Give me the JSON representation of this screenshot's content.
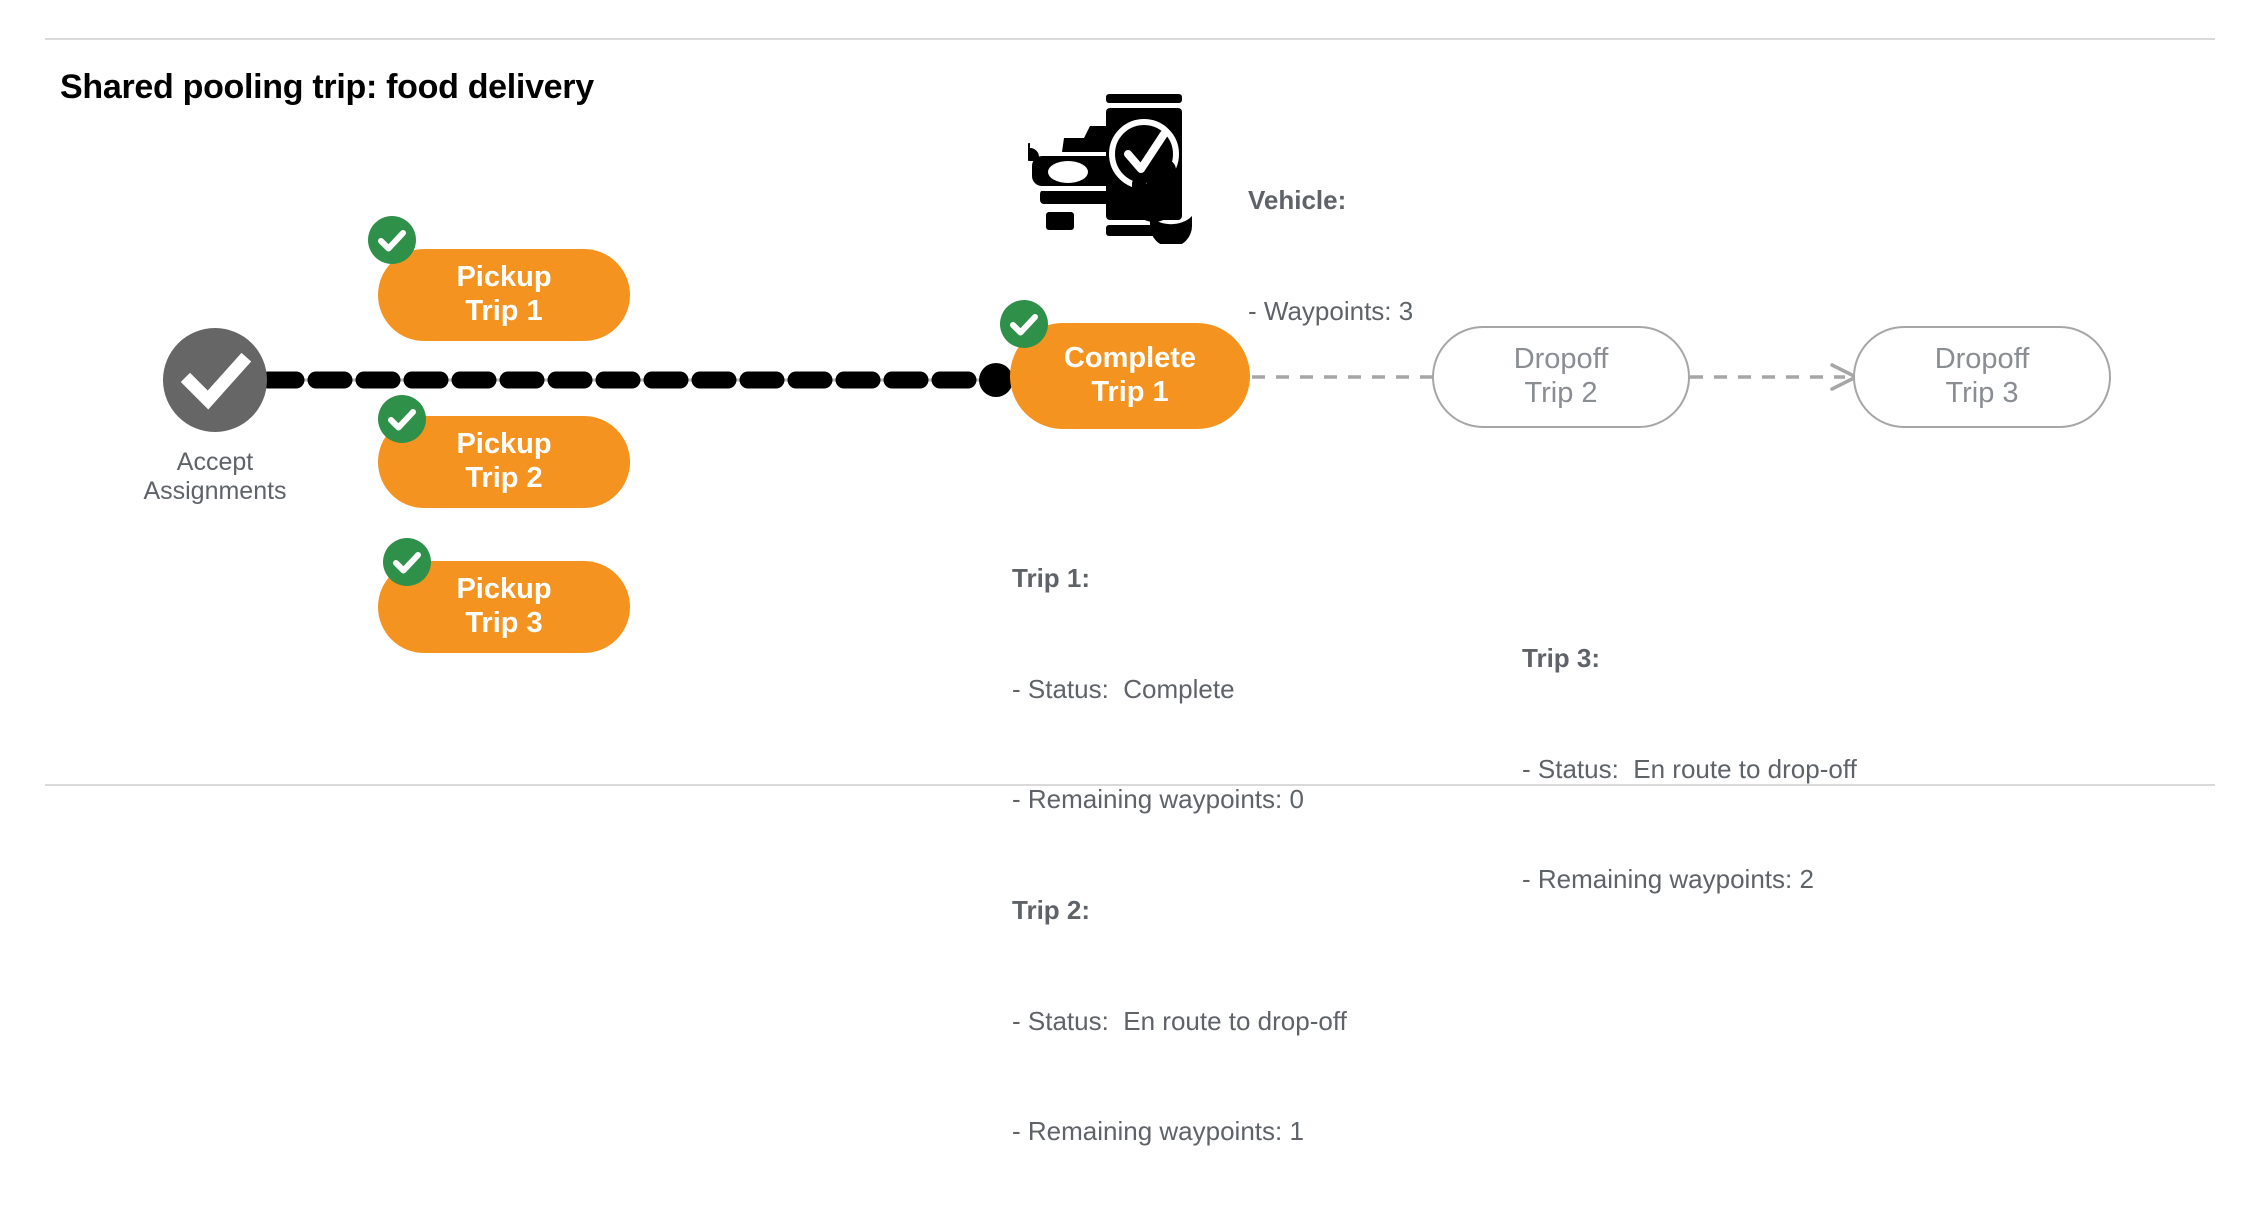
{
  "page": {
    "title": "Shared pooling trip: food delivery",
    "accent_orange": "#F4931F",
    "accent_green": "#2E9049",
    "gray_node": "#666666",
    "text_gray": "#5f6368",
    "outline_gray": "#a6a6a6"
  },
  "start_node": {
    "icon": "check-circle-icon",
    "label_line1": "Accept",
    "label_line2": "Assignments"
  },
  "pickups": [
    {
      "line1": "Pickup",
      "line2": "Trip 1",
      "badge": "check-icon",
      "state": "done"
    },
    {
      "line1": "Pickup",
      "line2": "Trip 2",
      "badge": "check-icon",
      "state": "done"
    },
    {
      "line1": "Pickup",
      "line2": "Trip 3",
      "badge": "check-icon",
      "state": "done"
    }
  ],
  "complete_node": {
    "line1": "Complete",
    "line2": "Trip 1",
    "badge": "check-icon",
    "state": "done"
  },
  "dropoffs": [
    {
      "line1": "Dropoff",
      "line2": "Trip 2",
      "state": "pending"
    },
    {
      "line1": "Dropoff",
      "line2": "Trip 3",
      "state": "pending"
    }
  ],
  "vehicle_panel": {
    "icon": "vehicle-phone-check-icon",
    "heading": "Vehicle:",
    "detail": "- Waypoints: 3"
  },
  "trip_details_left": {
    "trip1_heading": "Trip 1:",
    "trip1_status": "- Status:  Complete",
    "trip1_waypoints": "- Remaining waypoints: 0",
    "trip2_heading": "Trip 2:",
    "trip2_status": "- Status:  En route to drop-off",
    "trip2_waypoints": "- Remaining waypoints: 1"
  },
  "trip_details_right": {
    "trip3_heading": "Trip 3:",
    "trip3_status": "- Status:  En route to drop-off",
    "trip3_waypoints": "- Remaining waypoints: 2"
  }
}
